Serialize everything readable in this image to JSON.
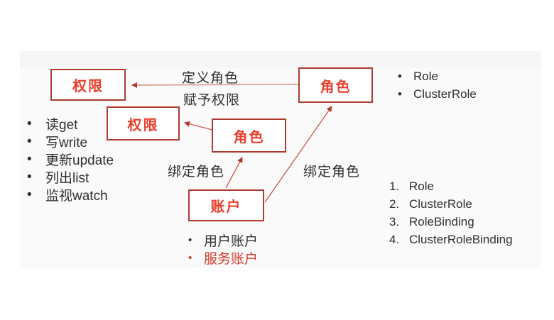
{
  "colors": {
    "box_border": "#b03a2e",
    "box_text": "#e8402c",
    "line": "#c9604f",
    "text": "#2f2f2f",
    "accent_red": "#d4392a",
    "slide_bg": "#fafafa"
  },
  "glyphs": {
    "bullet": "•"
  },
  "diagram": {
    "boxes": {
      "permission_top": "权限",
      "permission_mid": "权限",
      "role_small": "角色",
      "role_top": "角色",
      "account": "账户"
    },
    "edge_labels": {
      "define_role": "定义角色",
      "grant_permission": "赋予权限",
      "bind_role_left": "绑定角色",
      "bind_role_right": "绑定角色"
    }
  },
  "lists": {
    "verbs": [
      "读get",
      "写write",
      "更新update",
      "列出list",
      "监视watch"
    ],
    "role_kinds": [
      "Role",
      "ClusterRole"
    ],
    "rbac_markers": [
      "1.",
      "2.",
      "3.",
      "4."
    ],
    "rbac_objects": [
      "Role",
      "ClusterRole",
      "RoleBinding",
      "ClusterRoleBinding"
    ],
    "accounts": [
      "用户账户",
      "服务账户"
    ]
  }
}
